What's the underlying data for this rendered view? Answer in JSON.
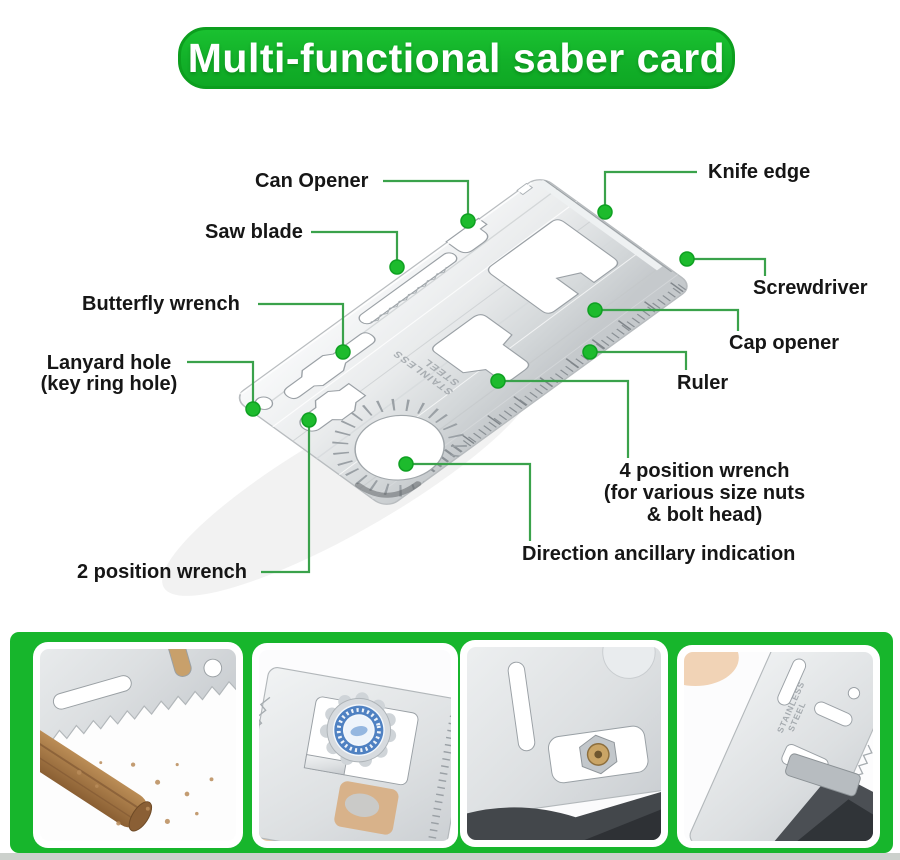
{
  "banner": {
    "title": "Multi-functional saber card"
  },
  "callouts": {
    "can_opener": "Can Opener",
    "saw_blade": "Saw blade",
    "butterfly_wrench": "Butterfly wrench",
    "lanyard_line1": "Lanyard hole",
    "lanyard_line2": "(key ring hole)",
    "two_position_wrench": "2 position wrench",
    "knife_edge": "Knife edge",
    "screwdriver": "Screwdriver",
    "cap_opener": "Cap opener",
    "ruler": "Ruler",
    "four_position_line1": "4 position wrench",
    "four_position_line2": "(for various size nuts",
    "four_position_line3": "& bolt head)",
    "direction": "Direction ancillary indication"
  },
  "card": {
    "engraving_line1": "STAINLESS",
    "engraving_line2": "STEEL"
  },
  "gallery": {
    "photos": [
      {
        "name": "saw-blade-cutting-wood"
      },
      {
        "name": "cap-opener-with-bottle-cap"
      },
      {
        "name": "wrench-holding-nut"
      },
      {
        "name": "card-gripping-dark-tool"
      }
    ]
  },
  "colors": {
    "banner_green": "#12b029",
    "strip_green": "#17b62c",
    "leader_line_green": "#3aa24b",
    "callout_dot_green": "#1dbb2d",
    "label_text": "#161616",
    "metal_light": "#f6f8f8",
    "metal_dark": "#c4c8cb"
  }
}
